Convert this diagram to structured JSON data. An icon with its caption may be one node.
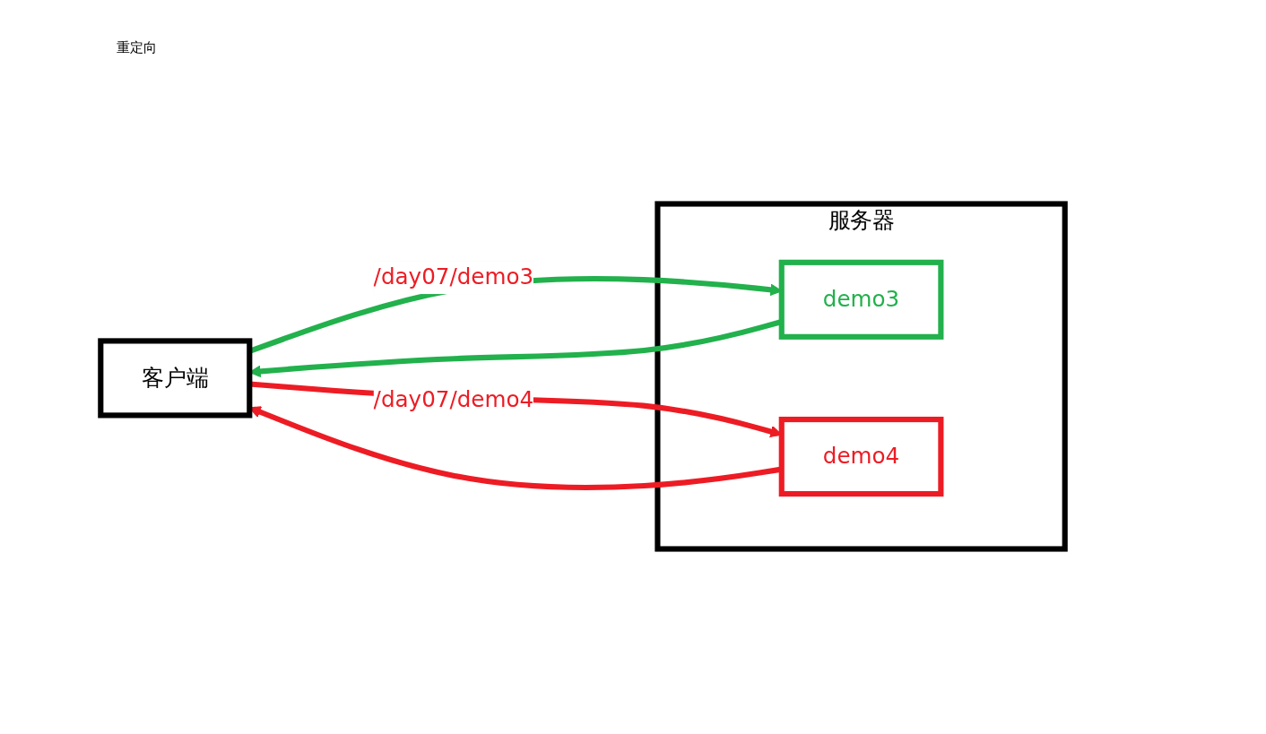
{
  "diagram": {
    "title": "重定向",
    "nodes": [
      {
        "text": [
          "客户端"
        ]
      },
      {
        "text": [
          "服务器"
        ]
      },
      {
        "text": [
          "demo3"
        ],
        "in": 1
      },
      {
        "text": [
          "demo4"
        ],
        "in": 1
      }
    ],
    "edges": [
      {
        "from": 0,
        "to": 2,
        "arrow": "to",
        "label": "/day07/demo3",
        "color": "#22b14c"
      },
      {
        "from": 2,
        "to": 0,
        "arrow": "to",
        "color": "#22b14c"
      },
      {
        "from": 0,
        "to": 3,
        "arrow": "to",
        "label": "/day07/demo4",
        "color": "#ed1c24"
      },
      {
        "from": 3,
        "to": 0,
        "arrow": "to",
        "color": "#ed1c24"
      }
    ]
  }
}
